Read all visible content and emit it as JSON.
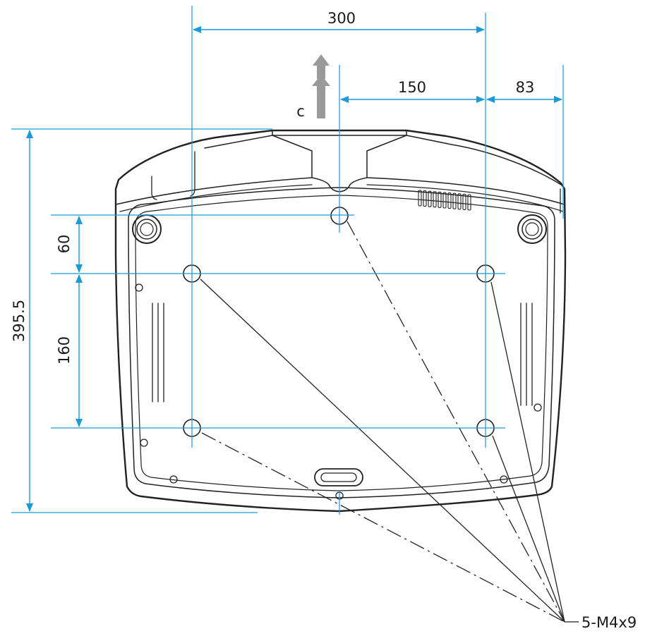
{
  "dimensions": {
    "width_total": "300",
    "center_offset": "150",
    "right_margin": "83",
    "height_total": "395.5",
    "front_spacing": "60",
    "hole_spacing": "160"
  },
  "center_mark": "c",
  "screw_callout": "5-M4x9",
  "colors": {
    "dimension_line": "#1a9ad6",
    "outline": "#222222",
    "arrow_fill": "#9a9a9a"
  }
}
